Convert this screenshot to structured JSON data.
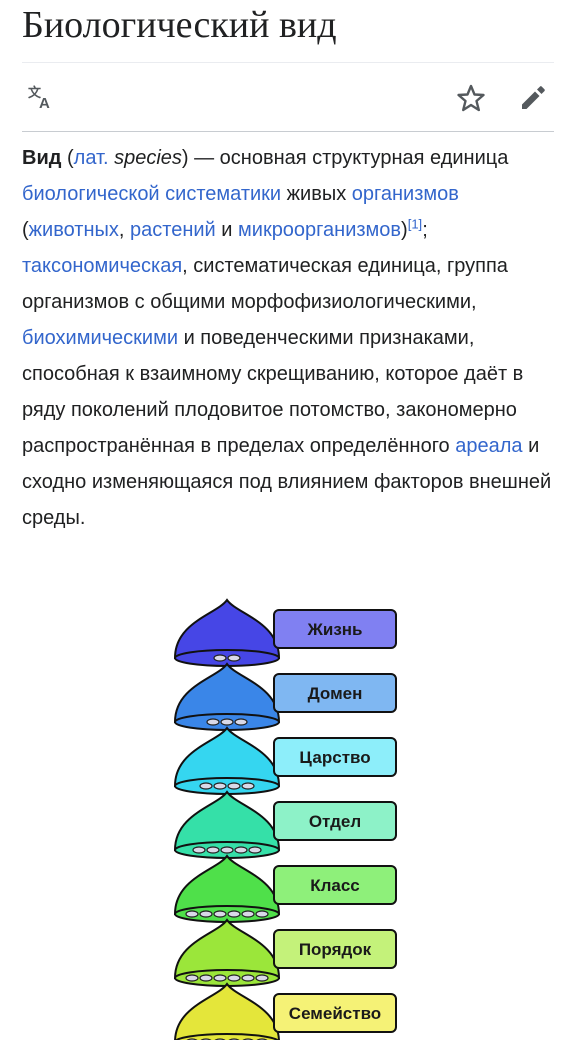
{
  "page": {
    "title": "Биологический вид"
  },
  "toolbar": {
    "language_icon": "translate-icon",
    "watch_icon": "star-icon",
    "edit_icon": "pencil-icon"
  },
  "article": {
    "term": "Вид",
    "open_paren": " (",
    "lat_link": "лат.",
    "latin_word": "species",
    "close_dash": ") — основная структурная единица ",
    "link_systematics": "биологической систематики",
    "text_living": " живых ",
    "link_organisms": "организмов",
    "text_paren_open": " (",
    "link_animals": "животных",
    "text_comma1": ", ",
    "link_plants": "растений",
    "text_and": " и ",
    "link_microorganisms": "микроорганизмов",
    "text_paren_close": ")",
    "ref": "[1]",
    "text_semicolon": "; ",
    "link_taxonomic": "таксономическая",
    "text_mid1": ", систематическая единица, группа организмов с общими морфофизиологическими, ",
    "link_biochemical": "биохимическими",
    "text_mid2": " и поведенческими признаками, способная к взаимному скрещиванию, которое даёт в ряду поколений плодовитое потомство, закономерно распространённая в пределах определённого ",
    "link_areal": "ареала",
    "text_end": " и сходно изменяющаяся под влиянием факторов внешней среды."
  },
  "figure": {
    "ranks": [
      {
        "label": "Жизнь",
        "fill": "#4646e6",
        "box": "#8080f2"
      },
      {
        "label": "Домен",
        "fill": "#3a86e8",
        "box": "#7fb7f2"
      },
      {
        "label": "Царство",
        "fill": "#35d6f0",
        "box": "#8deefa"
      },
      {
        "label": "Отдел",
        "fill": "#35e0a8",
        "box": "#8df2c8"
      },
      {
        "label": "Класс",
        "fill": "#4fe04a",
        "box": "#8ef07a"
      },
      {
        "label": "Порядок",
        "fill": "#9be63a",
        "box": "#c4f27a"
      },
      {
        "label": "Семейство",
        "fill": "#e4e63a",
        "box": "#f5f276"
      }
    ]
  }
}
